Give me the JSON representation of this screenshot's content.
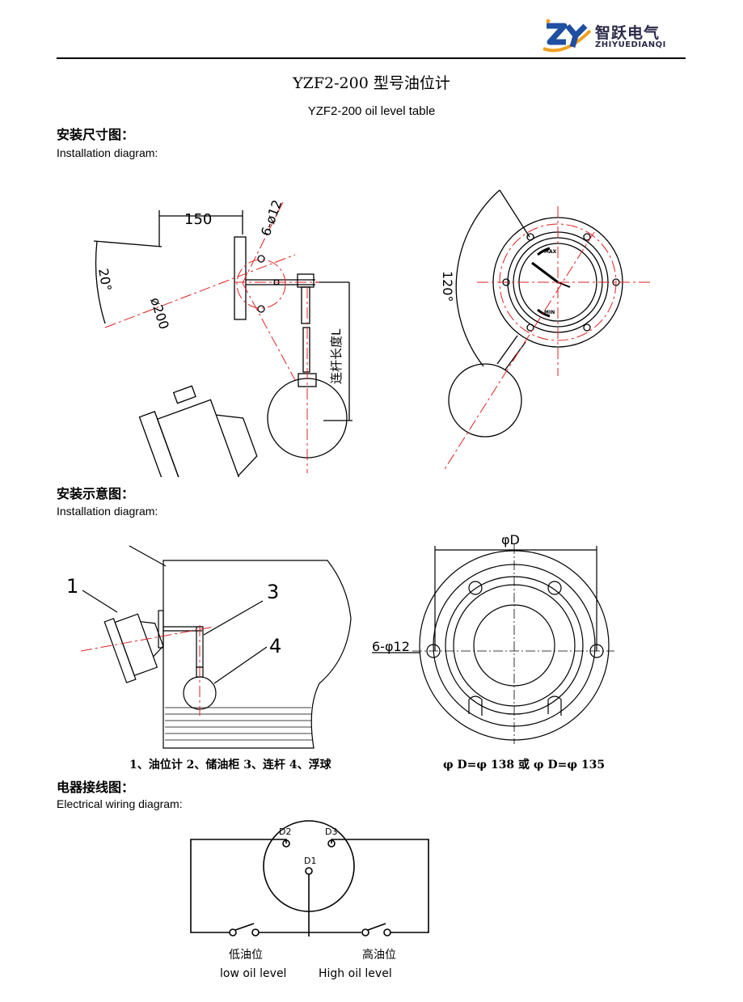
{
  "header": {
    "brand_cn": "智跃电气",
    "brand_en": "ZHIYUEDIANQI",
    "logo_letters": "ZY",
    "colors": {
      "logo_blue": "#1f4fa0",
      "logo_orange": "#f0a020",
      "brand_text": "#2a2a4a"
    }
  },
  "title": "YZF2-200 型号油位计",
  "subtitle": "YZF2-200 oil level table",
  "sections": {
    "install_dim": {
      "cn": "安装尺寸图：",
      "en": "Installation diagram:"
    },
    "install_sketch": {
      "cn": "安装示意图：",
      "en": "Installation diagram:"
    },
    "wiring": {
      "cn": "电器接线图：",
      "en": "Electrical wiring diagram:"
    }
  },
  "dim_drawing": {
    "width_label": "150",
    "hole_label": "6-ø12",
    "angle_label": "20°",
    "diameter_label": "ø200",
    "rod_label": "连杆长度L",
    "front_angle_label": "120°",
    "max_label": "MAX",
    "min_label": "MIN"
  },
  "sketch": {
    "part_1": "1",
    "part_3": "3",
    "part_4": "4",
    "legend": "1、油位计 2、储油柜 3、连杆 4、浮球",
    "flange_diameter": "φD",
    "flange_holes": "6-φ12",
    "flange_caption": "φ D=φ 138   或   φ D=φ 135"
  },
  "wiring": {
    "d1": "D1",
    "d2": "D2",
    "d3": "D3",
    "low_cn": "低油位",
    "low_en": "low oil level",
    "high_cn": "高油位",
    "high_en": "High oil level"
  },
  "colors": {
    "line": "#000000",
    "center_line": "#e02020"
  }
}
